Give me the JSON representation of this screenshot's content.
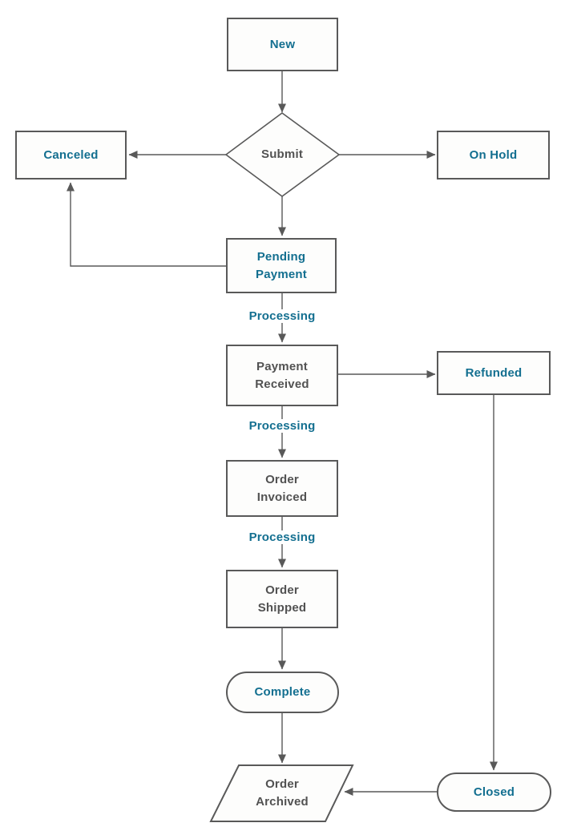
{
  "diagram": {
    "type": "flowchart",
    "description": "Order status workflow diagram",
    "colors": {
      "accent_text": "#136f90",
      "neutral_text": "#525252",
      "line": "#595959",
      "node_fill": "#fdfdfc",
      "background": "#ffffff"
    },
    "nodes": {
      "new": {
        "label": "New",
        "shape": "rectangle",
        "text_color": "teal"
      },
      "submit": {
        "label": "Submit",
        "shape": "diamond",
        "text_color": "gray"
      },
      "canceled": {
        "label": "Canceled",
        "shape": "rectangle",
        "text_color": "teal"
      },
      "on_hold": {
        "label": "On Hold",
        "shape": "rectangle",
        "text_color": "teal"
      },
      "pending_payment": {
        "label": "Pending\nPayment",
        "shape": "rectangle",
        "text_color": "teal"
      },
      "payment_received": {
        "label": "Payment\nReceived",
        "shape": "rectangle",
        "text_color": "gray"
      },
      "refunded": {
        "label": "Refunded",
        "shape": "rectangle",
        "text_color": "teal"
      },
      "order_invoiced": {
        "label": "Order\nInvoiced",
        "shape": "rectangle",
        "text_color": "gray"
      },
      "order_shipped": {
        "label": "Order\nShipped",
        "shape": "rectangle",
        "text_color": "gray"
      },
      "complete": {
        "label": "Complete",
        "shape": "stadium",
        "text_color": "teal"
      },
      "order_archived": {
        "label": "Order\nArchived",
        "shape": "parallelogram",
        "text_color": "gray"
      },
      "closed": {
        "label": "Closed",
        "shape": "stadium",
        "text_color": "teal"
      }
    },
    "edge_labels": [
      "Processing",
      "Processing",
      "Processing"
    ],
    "edges": [
      {
        "from": "New",
        "to": "Submit"
      },
      {
        "from": "Submit",
        "to": "Canceled"
      },
      {
        "from": "Submit",
        "to": "On Hold"
      },
      {
        "from": "Submit",
        "to": "Pending Payment"
      },
      {
        "from": "Pending Payment",
        "to": "Canceled"
      },
      {
        "from": "Pending Payment",
        "to": "Payment Received",
        "label": "Processing"
      },
      {
        "from": "Payment Received",
        "to": "Refunded"
      },
      {
        "from": "Payment Received",
        "to": "Order Invoiced",
        "label": "Processing"
      },
      {
        "from": "Order Invoiced",
        "to": "Order Shipped",
        "label": "Processing"
      },
      {
        "from": "Order Shipped",
        "to": "Complete"
      },
      {
        "from": "Complete",
        "to": "Order Archived"
      },
      {
        "from": "Refunded",
        "to": "Closed"
      },
      {
        "from": "Closed",
        "to": "Order Archived"
      }
    ]
  }
}
